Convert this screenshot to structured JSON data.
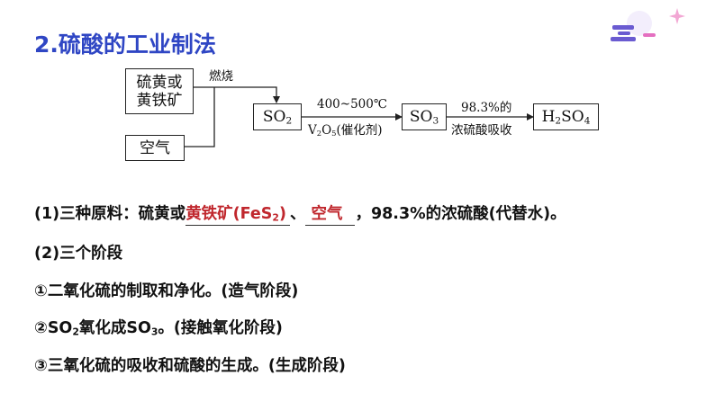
{
  "title": "2.硫酸的工业制法",
  "flow": {
    "ore_box": [
      "硫黄或",
      "黄铁矿"
    ],
    "air_box": "空气",
    "burn_label": "燃烧",
    "so2_box": {
      "pre": "SO",
      "sub": "2"
    },
    "step1_top": "400~500℃",
    "step1_bottom": {
      "p1": "V",
      "s1": "2",
      "p2": "O",
      "s2": "5",
      "p3": "(催化剂)"
    },
    "so3_box": {
      "pre": "SO",
      "sub": "3"
    },
    "step2_top": "98.3%的",
    "step2_bottom": "浓硫酸吸收",
    "h2so4_box": {
      "p1": "H",
      "s1": "2",
      "p2": "SO",
      "s2": "4"
    }
  },
  "raw_materials": {
    "prefix": "(1)三种原料：硫黄或",
    "answer1": {
      "pre": "黄铁矿(FeS",
      "sub": "2",
      "post": ")"
    },
    "sep1": "、",
    "answer2": "空气",
    "suffix": "，98.3%的浓硫酸(代替水)。"
  },
  "stages_heading": "(2)三个阶段",
  "stage1": "①二氧化硫的制取和净化。(造气阶段)",
  "stage2": {
    "p1": "②SO",
    "s1": "2",
    "p2": "氧化成SO",
    "s2": "3",
    "p3": "。(接触氧化阶段)"
  },
  "stage3": "③三氧化硫的吸收和硫酸的生成。(生成阶段)",
  "colors": {
    "title": "#2f46c4",
    "answer": "#c0272d",
    "deco_purple": "#6a5bd1",
    "deco_pink": "#f2a7d4"
  }
}
